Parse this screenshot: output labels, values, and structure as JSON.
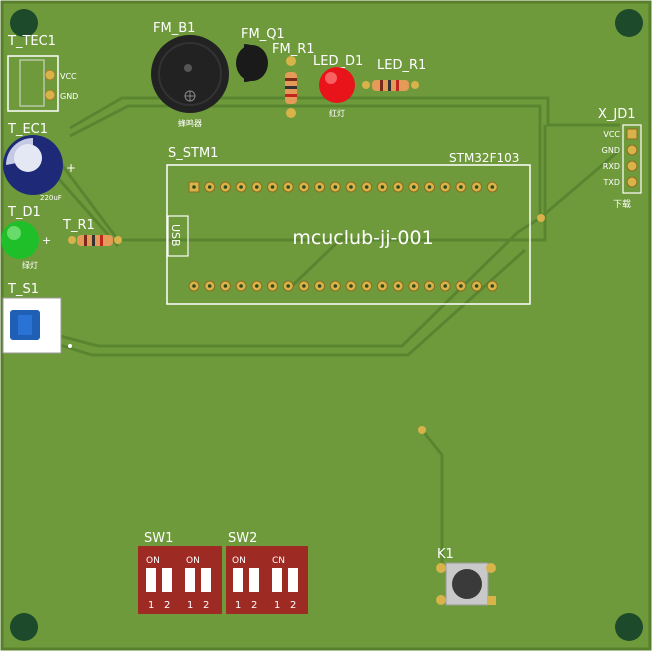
{
  "colors": {
    "board": "#6f9a3c",
    "board_edge": "#587f2c",
    "trace": "#5e8a33",
    "hole": "#1c4a2a",
    "pad": "#d8b34a",
    "silk": "#ffffff",
    "dip_red": "#9e2a24",
    "led_red": "#e8141a",
    "led_green": "#1fbf2a",
    "cap_blue": "#1e2a78",
    "buzzer": "#222222",
    "switch_blue": "#1f5fb5"
  },
  "labels": {
    "t_tec1": "T_TEC1",
    "t_tec1_vcc": "VCC",
    "t_tec1_gnd": "GND",
    "t_ec1": "T_EC1",
    "t_ec1_plus": "+",
    "t_ec1_value": "220uF",
    "t_d1": "T_D1",
    "t_d1_plus": "+",
    "t_d1_note": "绿灯",
    "t_r1": "T_R1",
    "t_s1": "T_S1",
    "fm_b1": "FM_B1",
    "fm_b1_note": "蜂鸣器",
    "fm_q1": "FM_Q1",
    "fm_r1": "FM_R1",
    "led_d1": "LED_D1",
    "led_d1_note": "红灯",
    "led_r1": "LED_R1",
    "x_jd1": "X_JD1",
    "x_jd1_pins": [
      "VCC",
      "GND",
      "RXD",
      "TXD"
    ],
    "x_jd1_note": "下载",
    "s_stm1": "S_STM1",
    "stm32": "STM32F103",
    "usb": "USB",
    "board_name": "mcuclub-jj-001",
    "sw1": "SW1",
    "sw2": "SW2",
    "sw_on": "ON",
    "sw2_on": "CN",
    "sw_pin1": "1",
    "sw_pin2": "2",
    "k1": "K1"
  }
}
